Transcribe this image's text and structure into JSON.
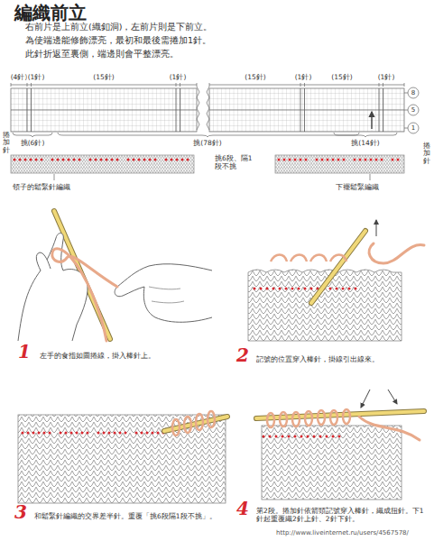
{
  "diagram": {
    "title": "編織前立",
    "labels": [
      "右前片是上前立(織釦洞)，左前片則是下前立。",
      "為使端邊能修飾漂亮，最初和最後需捲加1針。",
      "此針折返至裏側，端邊則會平整漂亮。",
      "(4針)",
      "(1針)",
      "(15針)",
      "(1針)",
      "(15針)",
      "(1針)",
      "(15針)",
      "(1針)",
      "8",
      "5",
      "1",
      "捲加針",
      "挑(6針)",
      "挑(78針)",
      "挑(14針)",
      "捲加針",
      "挑6段、隔1段不挑",
      "領子的鬆緊針編織",
      "下襬鬆緊編織",
      "1",
      "左手的食指如圖捲線，掛入棒針上。",
      "2",
      "記號的位置穿入棒針，掛線引出線來。",
      "3",
      "和鬆緊針編織的交界差半針。重覆「挑6段隔1段不挑」。",
      "4",
      "第2段。捲加針依箭頭記號穿入棒針，織成扭針。下1針起重覆織2針上針、2針下針。",
      "http://www.liveinternet.ru/users/4567578/"
    ]
  }
}
